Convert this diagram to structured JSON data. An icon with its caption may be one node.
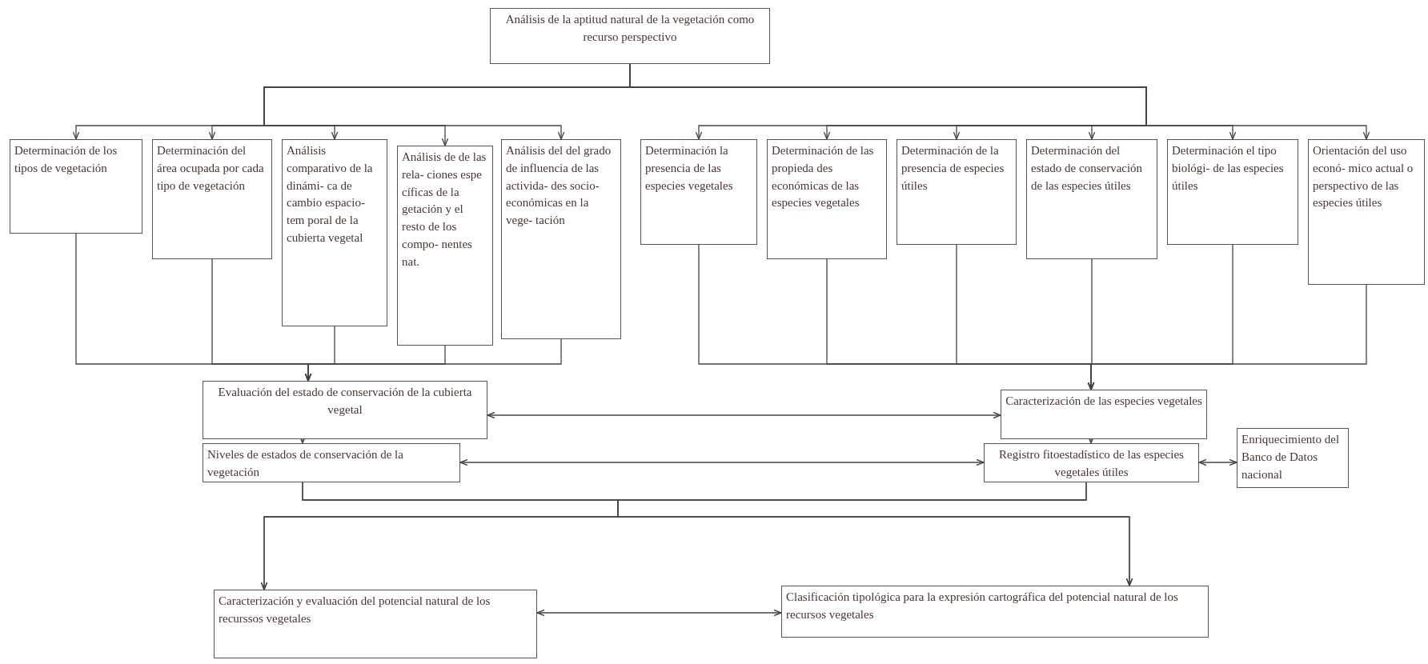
{
  "diagram": {
    "nodes": [
      {
        "text": [
          "Análisis de la aptitud natural de la vegetación como recurso perspectivo"
        ]
      },
      {
        "text": [
          "Determinación de los tipos de vegetación"
        ]
      },
      {
        "text": [
          "Determinación del área ocupada por cada tipo de vegetación"
        ]
      },
      {
        "text": [
          "Análisis comparativo de la dinámi- ca de cambio espacio-tem poral de la cubierta vegetal"
        ]
      },
      {
        "text": [
          "Análisis de de las rela- ciones espe cíficas de la getación y el resto de los compo- nentes nat."
        ]
      },
      {
        "text": [
          "Análisis del del grado de influencia de las activida- des socio- económicas en la vege- tación"
        ]
      },
      {
        "text": [
          "Determinación la presencia de las especies vegetales"
        ]
      },
      {
        "text": [
          "Determinación de las propieda des económicas de las especies vegetales"
        ]
      },
      {
        "text": [
          "Determinación de la presencia de especies útiles"
        ]
      },
      {
        "text": [
          "Determinación del estado de conservación de las especies útiles"
        ]
      },
      {
        "text": [
          "Determinación el tipo biológi- de las especies útiles"
        ]
      },
      {
        "text": [
          "Orientación del uso econó- mico actual o perspectivo de las especies útiles"
        ]
      },
      {
        "text": [
          "Evaluación del estado de conservación de la cubierta vegetal"
        ]
      },
      {
        "text": [
          "Caracterización de las especies vegetales"
        ]
      },
      {
        "text": [
          "Niveles de estados de conservación de la vegetación"
        ]
      },
      {
        "text": [
          "Registro fitoestadístico de las especies vegetales útiles"
        ]
      },
      {
        "text": [
          "Enriquecimiento del Banco de Datos nacional"
        ]
      },
      {
        "text": [
          "Caracterización y evaluación del potencial natural de los recurssos vegetales"
        ]
      },
      {
        "text": [
          "Clasificación tipológica para la expresión cartográfica del potencial natural de los recursos vegetales"
        ]
      }
    ],
    "edges": [
      {
        "from": 0,
        "to": 1,
        "arrow": "to"
      },
      {
        "from": 0,
        "to": 2,
        "arrow": "to"
      },
      {
        "from": 0,
        "to": 3,
        "arrow": "to"
      },
      {
        "from": 0,
        "to": 4,
        "arrow": "to"
      },
      {
        "from": 0,
        "to": 5,
        "arrow": "to"
      },
      {
        "from": 0,
        "to": 6,
        "arrow": "to"
      },
      {
        "from": 0,
        "to": 7,
        "arrow": "to"
      },
      {
        "from": 0,
        "to": 8,
        "arrow": "to"
      },
      {
        "from": 0,
        "to": 9,
        "arrow": "to"
      },
      {
        "from": 0,
        "to": 10,
        "arrow": "to"
      },
      {
        "from": 0,
        "to": 11,
        "arrow": "to"
      },
      {
        "from": 1,
        "to": 12,
        "arrow": "to"
      },
      {
        "from": 2,
        "to": 12,
        "arrow": "to"
      },
      {
        "from": 3,
        "to": 12,
        "arrow": "to"
      },
      {
        "from": 4,
        "to": 12,
        "arrow": "to"
      },
      {
        "from": 5,
        "to": 12,
        "arrow": "to"
      },
      {
        "from": 6,
        "to": 13,
        "arrow": "to"
      },
      {
        "from": 7,
        "to": 13,
        "arrow": "to"
      },
      {
        "from": 8,
        "to": 13,
        "arrow": "to"
      },
      {
        "from": 9,
        "to": 13,
        "arrow": "to"
      },
      {
        "from": 10,
        "to": 13,
        "arrow": "to"
      },
      {
        "from": 11,
        "to": 13,
        "arrow": "to"
      },
      {
        "from": 12,
        "to": 13,
        "arrow": "both"
      },
      {
        "from": 12,
        "to": 14,
        "arrow": "to"
      },
      {
        "from": 13,
        "to": 15,
        "arrow": "to"
      },
      {
        "from": 14,
        "to": 15,
        "arrow": "both"
      },
      {
        "from": 15,
        "to": 16,
        "arrow": "both"
      },
      {
        "from": 14,
        "to": 17,
        "arrow": "to"
      },
      {
        "from": 14,
        "to": 18,
        "arrow": "to"
      },
      {
        "from": 15,
        "to": 17,
        "arrow": "to"
      },
      {
        "from": 15,
        "to": 18,
        "arrow": "to"
      },
      {
        "from": 17,
        "to": 18,
        "arrow": "both"
      }
    ]
  }
}
